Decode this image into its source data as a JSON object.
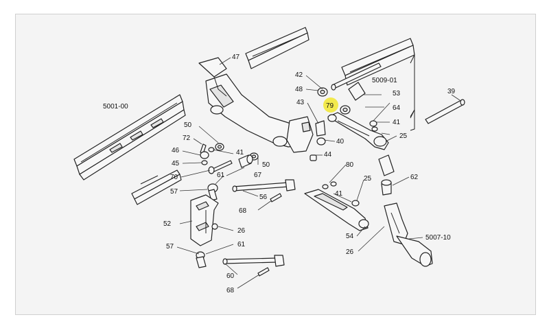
{
  "labels": [
    {
      "id": "47",
      "text": "47"
    },
    {
      "id": "42",
      "text": "42"
    },
    {
      "id": "48",
      "text": "48"
    },
    {
      "id": "43",
      "text": "43"
    },
    {
      "id": "79",
      "text": "79",
      "highlight": true
    },
    {
      "id": "5009-01",
      "text": "5009-01"
    },
    {
      "id": "53",
      "text": "53"
    },
    {
      "id": "64",
      "text": "64"
    },
    {
      "id": "41a",
      "text": "41"
    },
    {
      "id": "25a",
      "text": "25"
    },
    {
      "id": "39",
      "text": "39"
    },
    {
      "id": "5001-00",
      "text": "5001-00"
    },
    {
      "id": "50a",
      "text": "50"
    },
    {
      "id": "72",
      "text": "72"
    },
    {
      "id": "46",
      "text": "46"
    },
    {
      "id": "45",
      "text": "45"
    },
    {
      "id": "41b",
      "text": "41"
    },
    {
      "id": "50b",
      "text": "50"
    },
    {
      "id": "40",
      "text": "40"
    },
    {
      "id": "44",
      "text": "44"
    },
    {
      "id": "70",
      "text": "70"
    },
    {
      "id": "67",
      "text": "67"
    },
    {
      "id": "61a",
      "text": "61"
    },
    {
      "id": "57a",
      "text": "57"
    },
    {
      "id": "56",
      "text": "56"
    },
    {
      "id": "68a",
      "text": "68"
    },
    {
      "id": "80",
      "text": "80"
    },
    {
      "id": "25b",
      "text": "25"
    },
    {
      "id": "41c",
      "text": "41"
    },
    {
      "id": "62",
      "text": "62"
    },
    {
      "id": "52",
      "text": "52"
    },
    {
      "id": "26a",
      "text": "26"
    },
    {
      "id": "54",
      "text": "54"
    },
    {
      "id": "5007-10",
      "text": "5007-10"
    },
    {
      "id": "26b",
      "text": "26"
    },
    {
      "id": "57b",
      "text": "57"
    },
    {
      "id": "61b",
      "text": "61"
    },
    {
      "id": "60",
      "text": "60"
    },
    {
      "id": "68b",
      "text": "68"
    }
  ],
  "colors": {
    "sheet": "#f4f4f4",
    "line": "#222222",
    "highlight": "#f2e94e"
  }
}
